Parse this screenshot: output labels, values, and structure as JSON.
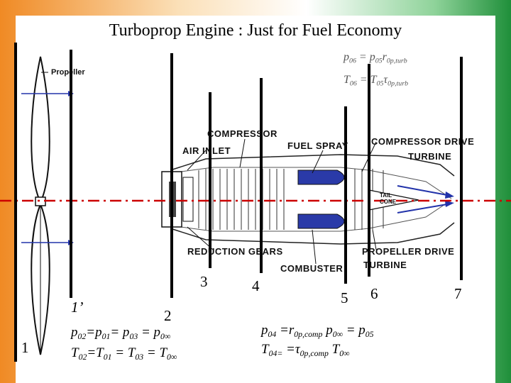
{
  "title": "Turboprop Engine : Just for Fuel Economy",
  "relations": {
    "r1": {
      "lhs": "p",
      "lhs_sub": "06",
      "eq": " = ",
      "rhs": "p",
      "rhs_sub": "05",
      "factor": "r",
      "factor_sub": "0p,turb"
    },
    "r2": {
      "lhs": "T",
      "lhs_sub": "06",
      "eq": " = ",
      "rhs": "T",
      "rhs_sub": "05",
      "factor": "τ",
      "factor_sub": "0p,turb"
    }
  },
  "labels": {
    "propeller": "Propeller",
    "compressor": "COMPRESSOR",
    "air_inlet": "AIR INLET",
    "fuel_spray": "FUEL SPRAY",
    "compressor_drive": "COMPRESSOR DRIVE",
    "turbine": "TURBINE",
    "tail_cone_1": "TAIL",
    "tail_cone_2": "CONE",
    "reduction_gears": "REDUCTION GEARS",
    "combuster": "COMBUSTER",
    "propeller_drive_1": "PROPELLER DRIVE",
    "propeller_drive_2": "TURBINE"
  },
  "stations": {
    "s1": "1",
    "s1p": "1’",
    "s2": "2",
    "s3": "3",
    "s4": "4",
    "s5": "5",
    "s6": "6",
    "s7": "7"
  },
  "equations": {
    "left1": {
      "a": "p",
      "a_sub": "02",
      "b": "=p",
      "b_sub": "01",
      "c": "= p",
      "c_sub": "03",
      "d": " = p",
      "d_sub": "0∞"
    },
    "left2": {
      "a": "T",
      "a_sub": "02",
      "b": "=T",
      "b_sub": "01",
      "c": " = T",
      "c_sub": "03",
      "d": " = T",
      "d_sub": "0∞"
    },
    "right1": {
      "a": "p",
      "a_sub": "04",
      "b": " =r",
      "b_sub": "0p,comp",
      "c": " p",
      "c_sub": "0∞",
      "d": " = p",
      "d_sub": "05"
    },
    "right2": {
      "a": "T",
      "a_sub": "04=",
      "b": " =τ",
      "b_sub": "0p,comp",
      "c": " T",
      "c_sub": "0∞",
      "d": "",
      "d_sub": ""
    }
  },
  "colors": {
    "flag_orange": "#f08a24",
    "flag_green": "#1f8f3a",
    "flag_white": "#ffffff",
    "axis_red": "#cc0000",
    "flow_blue": "#2233aa",
    "combustor_blue": "#2a3aa8"
  }
}
